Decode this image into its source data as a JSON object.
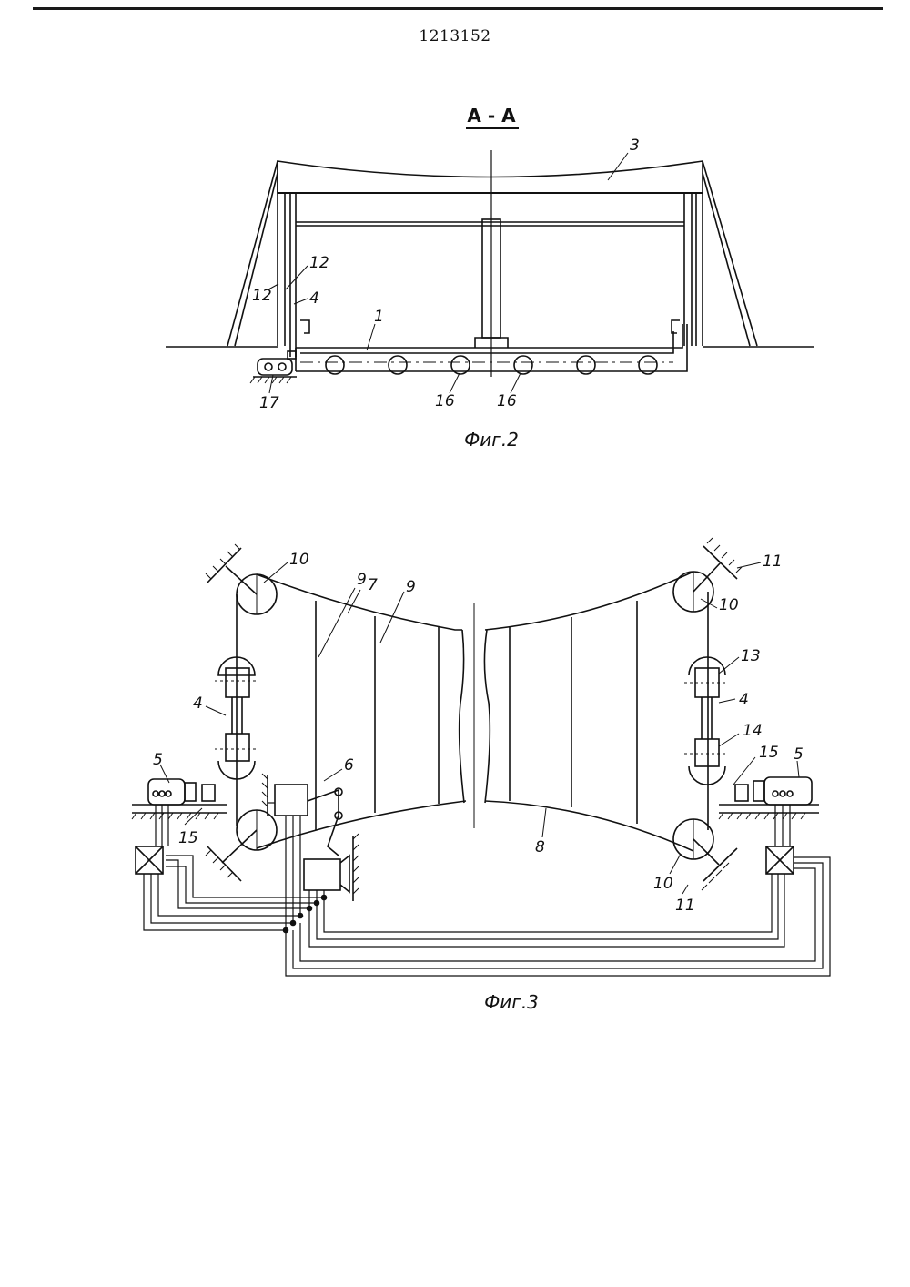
{
  "document": {
    "patent_number": "1213152"
  },
  "figure2": {
    "section_label": "A - A",
    "caption": "Фиг.2",
    "labels": {
      "l3": "3",
      "l12a": "12",
      "l12b": "12",
      "l4": "4",
      "l1": "1",
      "l17": "17",
      "l16a": "16",
      "l16b": "16"
    }
  },
  "figure3": {
    "caption": "Фиг.3",
    "labels": {
      "l10a": "10",
      "l9a": "9",
      "l7": "7",
      "l9b": "9",
      "l11a": "11",
      "l10b": "10",
      "l13": "13",
      "l4a": "4",
      "l4b": "4",
      "l14": "14",
      "l5a": "5",
      "l15a": "15",
      "l5b": "5",
      "l6": "6",
      "l15b": "15",
      "l8": "8",
      "l10c": "10",
      "l11b": "11"
    }
  }
}
